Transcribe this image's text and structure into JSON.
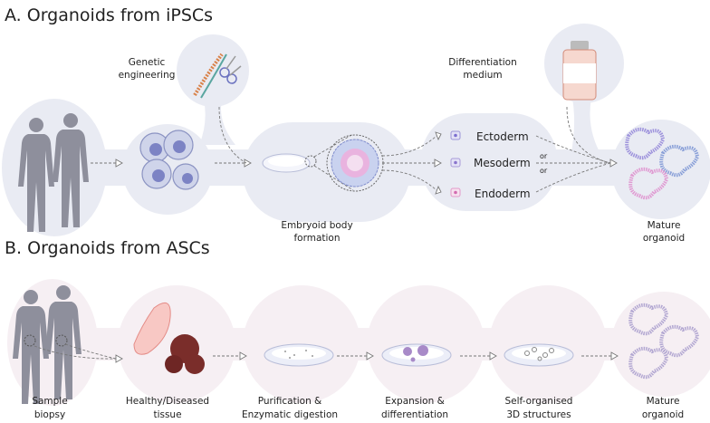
{
  "colors": {
    "top_background": "#e9ebf3",
    "bottom_background": "#f6eff3",
    "text": "#222222"
  },
  "section_a": {
    "title": "A. Organoids from iPSCs",
    "labels": {
      "genetic_1": "Genetic",
      "genetic_2": "engineering",
      "medium_1": "Differentiation",
      "medium_2": "medium",
      "eb_1": "Embryoid body",
      "eb_2": "formation",
      "mature_1": "Mature",
      "mature_2": "organoid"
    },
    "germ_layers": [
      "Ectoderm",
      "Mesoderm",
      "Endoderm"
    ],
    "or_labels": [
      "or",
      "or"
    ],
    "icons": [
      "human-silhouettes-icon",
      "stem-cells-icon",
      "dna-scissors-icon",
      "petri-dish-icon",
      "embryoid-body-icon",
      "medium-bottle-icon",
      "organoid-icon"
    ]
  },
  "section_b": {
    "title": "B. Organoids from ASCs",
    "steps": [
      {
        "line1": "Sample",
        "line2": "biopsy"
      },
      {
        "line1": "Healthy/Diseased",
        "line2": "tissue"
      },
      {
        "line1": "Purification &",
        "line2": "Enzymatic digestion"
      },
      {
        "line1": "Expansion &",
        "line2": "differentiation"
      },
      {
        "line1": "Self-organised",
        "line2": "3D structures"
      },
      {
        "line1": "Mature",
        "line2": "organoid"
      }
    ]
  }
}
